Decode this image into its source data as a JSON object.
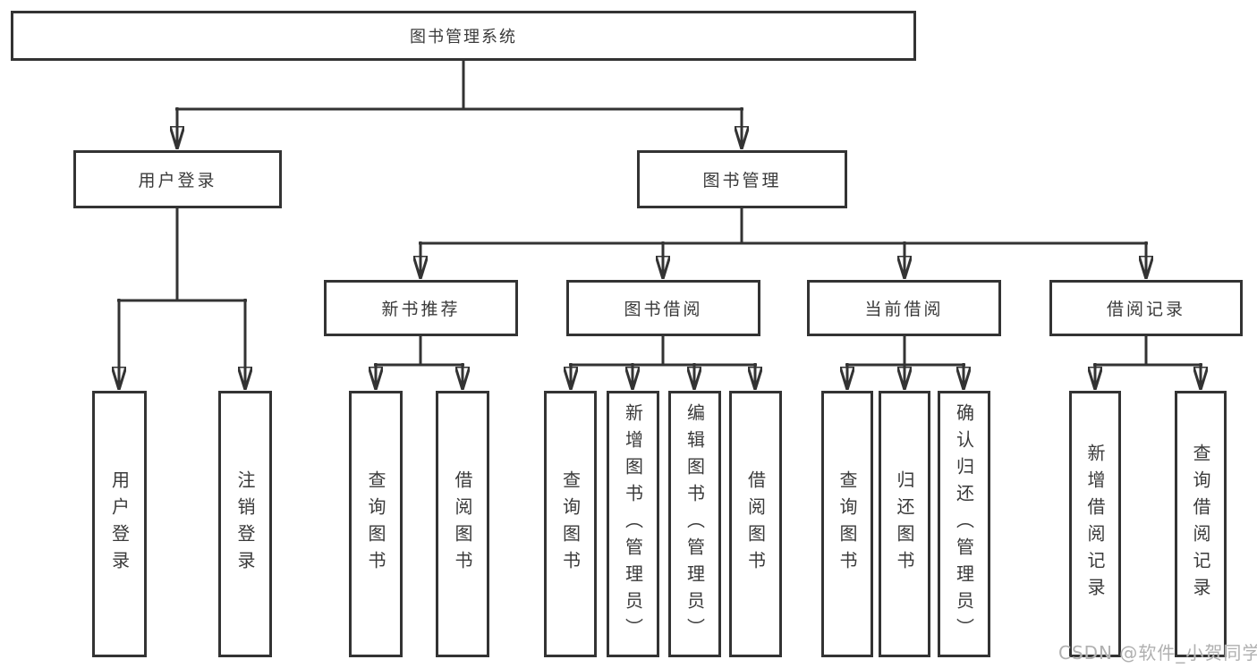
{
  "tree": {
    "label": "图书管理系统",
    "children": [
      {
        "label": "用户登录",
        "children": [
          {
            "label": "用户登录"
          },
          {
            "label": "注销登录"
          }
        ]
      },
      {
        "label": "图书管理",
        "children": [
          {
            "label": "新书推荐",
            "children": [
              {
                "label": "查询图书"
              },
              {
                "label": "借阅图书"
              }
            ]
          },
          {
            "label": "图书借阅",
            "children": [
              {
                "label": "查询图书"
              },
              {
                "label": "新增图书（管理员）"
              },
              {
                "label": "编辑图书（管理员）"
              },
              {
                "label": "借阅图书"
              }
            ]
          },
          {
            "label": "当前借阅",
            "children": [
              {
                "label": "查询图书"
              },
              {
                "label": "归还图书"
              },
              {
                "label": "确认归还（管理员）"
              }
            ]
          },
          {
            "label": "借阅记录",
            "children": [
              {
                "label": "新增借阅记录"
              },
              {
                "label": "查询借阅记录"
              }
            ]
          }
        ]
      }
    ]
  },
  "watermark": {
    "text": "CSDN @软件_小贺同学"
  },
  "colors": {
    "line": "#333333",
    "text": "#3a3a3a",
    "background": "#ffffff",
    "watermark": "#b0b0b0"
  }
}
